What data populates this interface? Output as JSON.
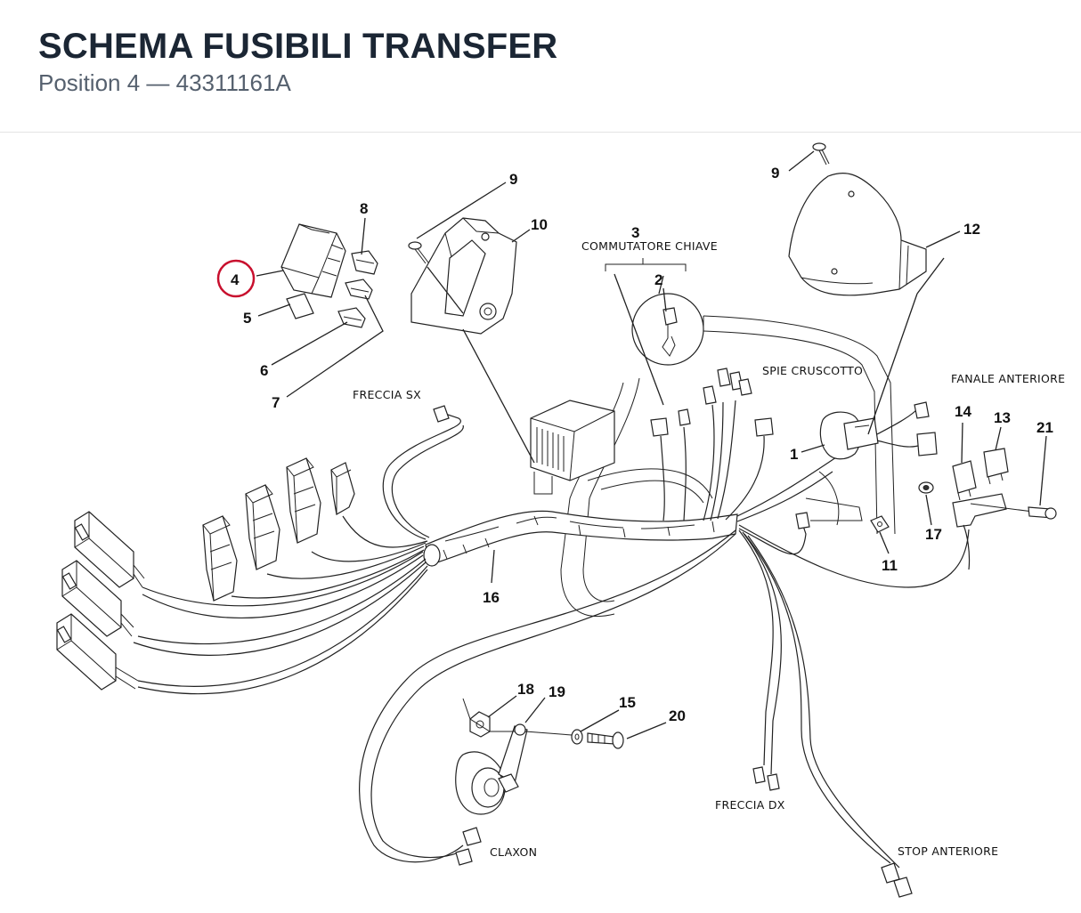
{
  "header": {
    "title": "SCHEMA FUSIBILI TRANSFER",
    "subtitle": "Position 4 — 43311161A"
  },
  "highlight_color": "#c8102e",
  "callouts": {
    "c1": "1",
    "c2": "2",
    "c3": "3",
    "c4": "4",
    "c5": "5",
    "c6": "6",
    "c7": "7",
    "c8": "8",
    "c9a": "9",
    "c9b": "9",
    "c10": "10",
    "c11": "11",
    "c12": "12",
    "c13": "13",
    "c14": "14",
    "c15": "15",
    "c16": "16",
    "c17": "17",
    "c18": "18",
    "c19": "19",
    "c20": "20",
    "c21": "21"
  },
  "labels": {
    "commutatore_chiave": "COMMUTATORE CHIAVE",
    "freccia_sx": "FRECCIA SX",
    "spie_cruscotto": "SPIE CRUSCOTTO",
    "fanale_anteriore": "FANALE ANTERIORE",
    "freccia_dx": "FRECCIA DX",
    "claxon": "CLAXON",
    "stop_anteriore": "STOP ANTERIORE"
  }
}
